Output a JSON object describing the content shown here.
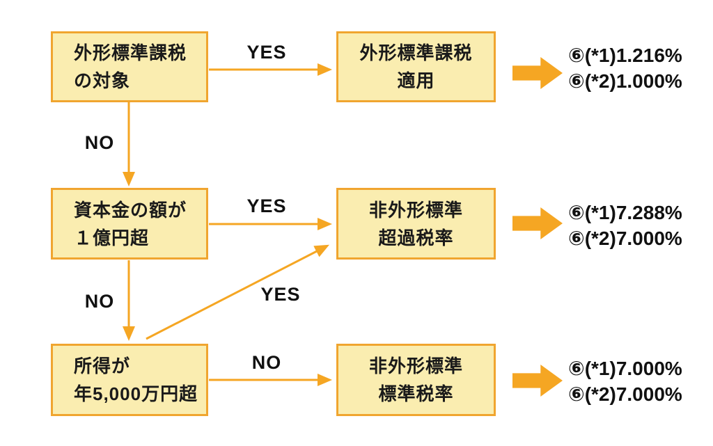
{
  "colors": {
    "accent_orange": "#f5a623",
    "box_fill": "#faedb0",
    "box_border": "#f0a52f",
    "text": "#111111",
    "background": "#ffffff"
  },
  "flowchart": {
    "boxes": {
      "q1": {
        "line1": "外形標準課税",
        "line2": "の対象"
      },
      "r1": {
        "line1": "外形標準課税",
        "line2": "適用"
      },
      "q2": {
        "line1": "資本金の額が",
        "line2": "１億円超"
      },
      "r2": {
        "line1": "非外形標準",
        "line2": "超過税率"
      },
      "q3": {
        "line1": "所得が",
        "line2": "年5,000万円超"
      },
      "r3": {
        "line1": "非外形標準",
        "line2": "標準税率"
      }
    },
    "labels": {
      "yes1": "YES",
      "no1": "NO",
      "yes2": "YES",
      "no2": "NO",
      "yes_diagonal": "YES",
      "no3": "NO"
    },
    "rates": {
      "row1_line1": "⑥(*1)1.216%",
      "row1_line2": "⑥(*2)1.000%",
      "row2_line1": "⑥(*1)7.288%",
      "row2_line2": "⑥(*2)7.000%",
      "row3_line1": "⑥(*1)7.000%",
      "row3_line2": "⑥(*2)7.000%"
    }
  }
}
